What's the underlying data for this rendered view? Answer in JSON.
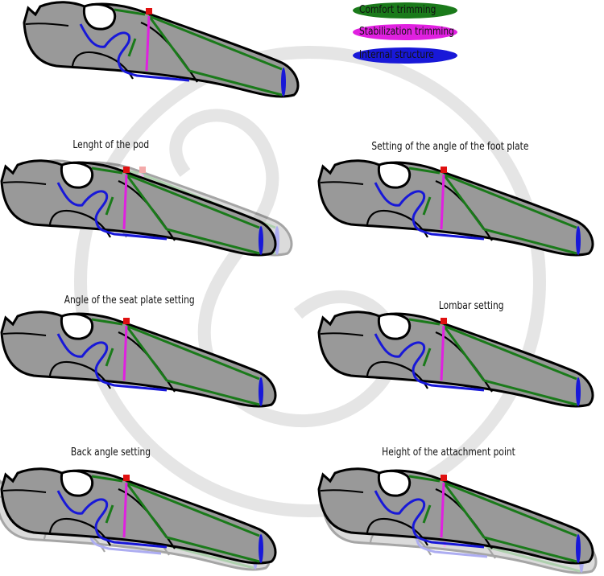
{
  "legend": {
    "items": [
      {
        "label": "Comfort trimming",
        "color": "#1a7a1a"
      },
      {
        "label": "Stabilization trimming",
        "color": "#e020e0"
      },
      {
        "label": "Internal structure",
        "color": "#1818d8"
      }
    ]
  },
  "panels": [
    {
      "id": "reference",
      "title": ""
    },
    {
      "id": "pod-length",
      "title": "Lenght of the pod"
    },
    {
      "id": "foot-plate",
      "title": "Setting of the angle of the foot plate"
    },
    {
      "id": "seat-plate",
      "title": "Angle of the seat plate setting"
    },
    {
      "id": "lombar",
      "title": "Lombar setting"
    },
    {
      "id": "back-angle",
      "title": "Back angle setting"
    },
    {
      "id": "attachment",
      "title": "Height of the attachment point"
    }
  ],
  "colors": {
    "body": "#999999",
    "outline": "#000000",
    "comfort": "#1a7a1a",
    "stabilization": "#e020e0",
    "structure": "#1818d8",
    "attachment": "#e01010",
    "watermark": "#d0d0d0"
  }
}
